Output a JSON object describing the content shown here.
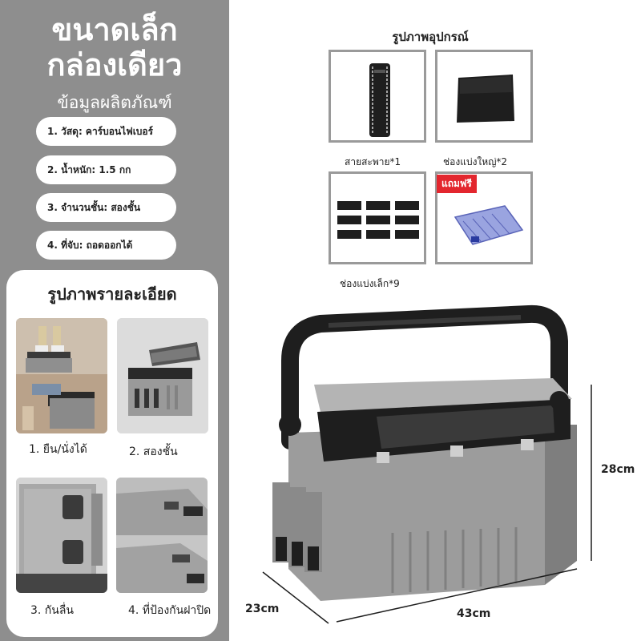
{
  "header": {
    "title_line1": "ขนาดเล็ก",
    "title_line2": "กล่องเดียว",
    "subtitle": "ข้อมูลผลิตภัณฑ์"
  },
  "specs": [
    "1. วัสดุ: คาร์บอนไฟเบอร์",
    "2. น้ำหนัก: 1.5 กก",
    "3. จำนวนชั้น: สองชั้น",
    "4. ที่จับ: ถอดออกได้"
  ],
  "details": {
    "title": "รูปภาพรายละเอียด",
    "items": [
      "1. ยืน/นั่งได้",
      "2. สองชั้น",
      "3. กันลื่น",
      "4. ที่ป้องกันฝาปิด"
    ]
  },
  "accessories": {
    "title": "รูปภาพอุปกรณ์",
    "items": [
      "สายสะพาย*1",
      "ช่องแบ่งใหญ่*2",
      "ช่องแบ่งเล็ก*9"
    ],
    "free_badge": "แถมฟรี"
  },
  "dimensions": {
    "height": "28cm",
    "depth": "23cm",
    "width": "43cm"
  },
  "colors": {
    "panel": "#8e8e8e",
    "box_gray": "#9c9c9c",
    "box_black": "#1e1e1e",
    "badge_red": "#e3262e"
  }
}
